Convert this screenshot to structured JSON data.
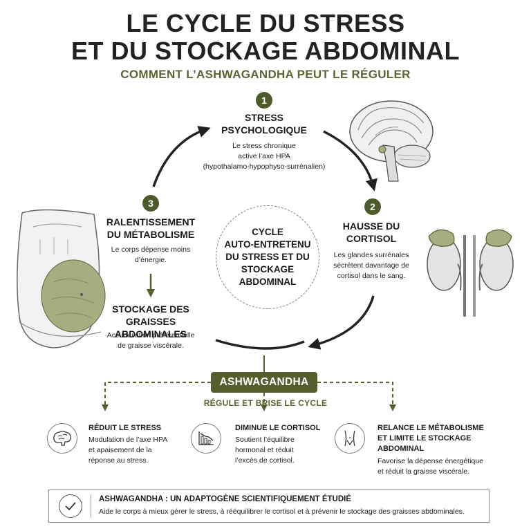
{
  "title": {
    "line1": "LE CYCLE DU STRESS",
    "line2": "ET DU STOCKAGE ABDOMINAL"
  },
  "subtitle": "COMMENT L’ASHWAGANDHA PEUT LE RÉGULER",
  "steps": [
    {
      "number": "1",
      "title_line1": "STRESS",
      "title_line2": "PSYCHOLOGIQUE",
      "desc_line1": "Le stress chronique",
      "desc_line2": "active l’axe HPA",
      "desc_line3": "(hypothalamo-hypophyso-surrénalien)"
    },
    {
      "number": "2",
      "title_line1": "HAUSSE DU",
      "title_line2": "CORTISOL",
      "desc_line1": "Les glandes surrénales",
      "desc_line2": "sécrètent davantage de",
      "desc_line3": "cortisol dans le sang."
    },
    {
      "number": "3",
      "title_line1": "RALENTISSEMENT",
      "title_line2": "DU MÉTABOLISME",
      "desc_line1": "Le corps dépense moins",
      "desc_line2": "d’énergie."
    }
  ],
  "storage": {
    "title_line1": "STOCKAGE DES",
    "title_line2": "GRAISSES ABDOMINALES",
    "desc_line1": "Accumulation préférentielle",
    "desc_line2": "de graisse viscérale."
  },
  "center": {
    "line1": "CYCLE",
    "line2": "AUTO-ENTRETENU",
    "line3": "DU STRESS ET DU",
    "line4": "STOCKAGE",
    "line5": "ABDOMINAL"
  },
  "ashwagandha": {
    "label": "ASHWAGANDHA",
    "sub": "RÉGULE ET BRISE LE CYCLE"
  },
  "benefits": [
    {
      "icon": "brain-icon",
      "title_line1": "RÉDUIT LE STRESS",
      "desc_line1": "Modulation de l’axe HPA",
      "desc_line2": "et apaisement de la",
      "desc_line3": "réponse au stress."
    },
    {
      "icon": "chart-down-icon",
      "title_line1": "DIMINUE LE CORTISOL",
      "desc_line1": "Soutient l’équilibre",
      "desc_line2": "hormonal et réduit",
      "desc_line3": "l’excès de cortisol."
    },
    {
      "icon": "waist-icon",
      "title_line1": "RELANCE LE MÉTABOLISME",
      "title_line2": "ET LIMITE LE STOCKAGE",
      "title_line3": "ABDOMINAL",
      "desc_line1": "Favorise la dépense énergétique",
      "desc_line2": "et réduit la graisse viscérale."
    }
  ],
  "footer": {
    "icon": "check-icon",
    "title": "ASHWAGANDHA : UN ADAPTOGÈNE SCIENTIFIQUEMENT ÉTUDIÉ",
    "text": "Aide le corps à mieux gérer le stress, à rééquilibrer le cortisol et à prévenir le stockage des graisses abdominales."
  },
  "colors": {
    "accent": "#555f2d",
    "fat": "#a6ad80",
    "arrow": "#222222"
  }
}
